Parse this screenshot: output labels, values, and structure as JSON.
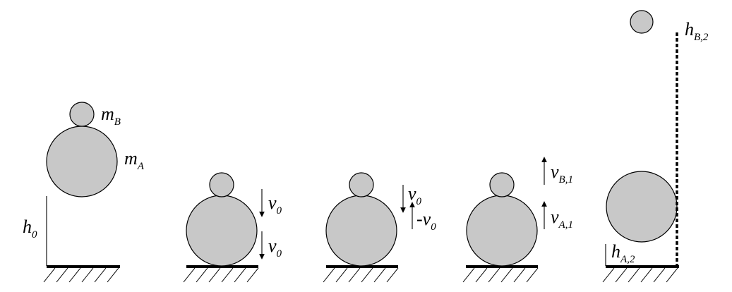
{
  "labels": {
    "panel1": {
      "mB": {
        "main": "m",
        "sub": "B"
      },
      "mA": {
        "main": "m",
        "sub": "A"
      },
      "h0": {
        "main": "h",
        "sub": "0"
      }
    },
    "panel2": {
      "vTop": {
        "main": "v",
        "sub": "0"
      },
      "vBottom": {
        "main": "v",
        "sub": "0"
      }
    },
    "panel3": {
      "vDown": {
        "main": "v",
        "sub": "0"
      },
      "vUp": {
        "main": "-v",
        "sub": "0"
      }
    },
    "panel4": {
      "vB1": {
        "main": "v",
        "sub": "B,1"
      },
      "vA1": {
        "main": "v",
        "sub": "A,1"
      }
    },
    "panel5": {
      "hB2": {
        "main": "h",
        "sub": "B,2"
      },
      "hA2": {
        "main": "h",
        "sub": "A,2"
      }
    }
  },
  "colors": {
    "ball_fill": "#c8c8c8",
    "line": "#000000",
    "background": "#ffffff"
  }
}
